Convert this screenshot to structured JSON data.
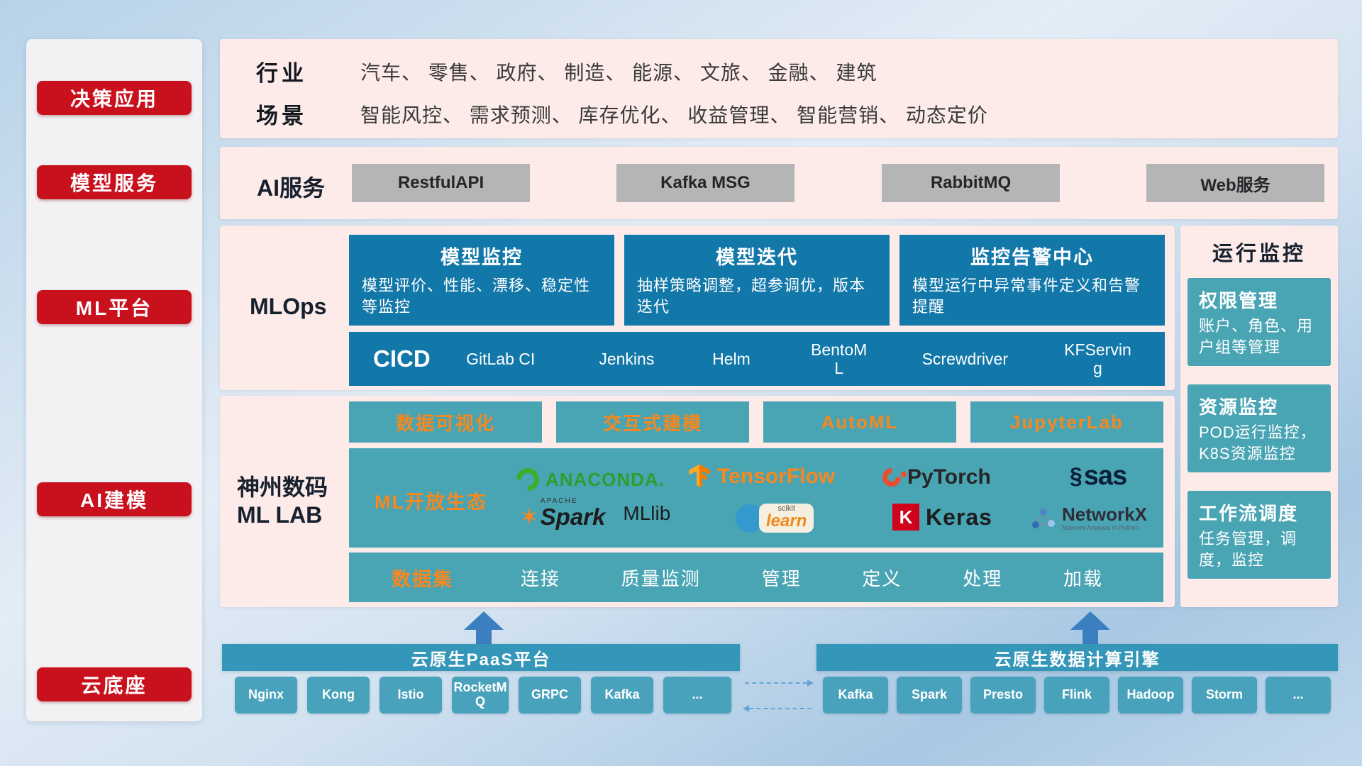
{
  "sidebar": {
    "items": [
      {
        "label": "决策应用"
      },
      {
        "label": "模型服务"
      },
      {
        "label": "ML平台"
      },
      {
        "label": "AI建模"
      },
      {
        "label": "云底座"
      }
    ]
  },
  "industry": {
    "row1_label": "行业",
    "row1_value": "汽车、 零售、 政府、 制造、 能源、 文旅、 金融、 建筑",
    "row2_label": "场景",
    "row2_value": "智能风控、 需求预测、 库存优化、 收益管理、 智能营销、 动态定价"
  },
  "ai_service": {
    "label": "AI服务",
    "buttons": [
      "RestfulAPI",
      "Kafka MSG",
      "RabbitMQ",
      "Web服务"
    ]
  },
  "mlops": {
    "label": "MLOps",
    "cards": [
      {
        "title": "模型监控",
        "desc": "模型评价、性能、漂移、稳定性等监控"
      },
      {
        "title": "模型迭代",
        "desc": "抽样策略调整，超参调优，版本迭代"
      },
      {
        "title": "监控告警中心",
        "desc": "模型运行中异常事件定义和告警提醒"
      }
    ],
    "cicd_label": "CICD",
    "cicd_items": [
      "GitLab CI",
      "Jenkins",
      "Helm",
      "BentoML",
      "Screwdriver",
      "KFServing"
    ]
  },
  "mllab": {
    "label_line1": "神州数码",
    "label_line2": "ML LAB",
    "top_buttons": [
      "数据可视化",
      "交互式建模",
      "AutoML",
      "JupyterLab"
    ],
    "ecosystem_label": "ML开放生态",
    "logos": {
      "anaconda": "ANACONDA.",
      "tensorflow": "TensorFlow",
      "pytorch": "PyTorch",
      "sas_mark": "§",
      "sas": "sas",
      "spark_apache": "APACHE",
      "spark_star": "✶",
      "spark": "Spark",
      "mllib": "MLlib",
      "scikit_top": "scikit",
      "scikit": "learn",
      "keras_k": "K",
      "keras": "Keras",
      "networkx": "NetworkX",
      "networkx_sub": "Network Analysis in Python"
    },
    "dataset_label": "数据集",
    "dataset_items": [
      "连接",
      "质量监测",
      "管理",
      "定义",
      "处理",
      "加载"
    ]
  },
  "monitoring": {
    "title": "运行监控",
    "cards": [
      {
        "title": "权限管理",
        "desc": "账户、角色、用户组等管理"
      },
      {
        "title": "资源监控",
        "desc": "POD运行监控，K8S资源监控"
      },
      {
        "title": "工作流调度",
        "desc": "任务管理，调度，监控"
      }
    ]
  },
  "bottom": {
    "paas_title": "云原生PaaS平台",
    "paas_buttons": [
      "Nginx",
      "Kong",
      "Istio",
      "RocketMQ",
      "GRPC",
      "Kafka",
      "..."
    ],
    "engine_title": "云原生数据计算引擎",
    "engine_buttons": [
      "Kafka",
      "Spark",
      "Presto",
      "Flink",
      "Hadoop",
      "Storm",
      "..."
    ]
  },
  "colors": {
    "red_accent": "#c9101d",
    "pink_panel": "#fcebe8",
    "dark_teal": "#1277a9",
    "light_teal": "#49a5b4",
    "bottom_teal": "#3496b8",
    "orange_accent": "#f6881f",
    "gray_button": "#b5b5b6",
    "arrow_blue": "#3c7fc0"
  }
}
